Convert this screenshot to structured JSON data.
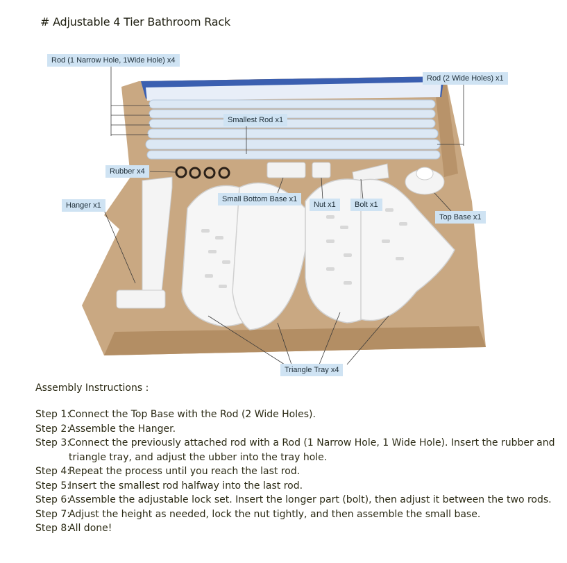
{
  "title": "# Adjustable 4 Tier Bathroom Rack",
  "callouts": {
    "rod_narrow_wide": "Rod (1 Narrow Hole, 1Wide Hole) x4",
    "rod_two_wide": "Rod (2 Wide Holes) x1",
    "smallest_rod": "Smallest Rod x1",
    "rubber": "Rubber x4",
    "hanger": "Hanger x1",
    "small_bottom_base": "Small Bottom Base x1",
    "nut": "Nut x1",
    "bolt": "Bolt x1",
    "top_base": "Top Base x1",
    "triangle_tray": "Triangle Tray x4"
  },
  "instructions": {
    "heading": "Assembly Instructions :",
    "steps": [
      {
        "label": "Step 1:",
        "text": "Connect the Top Base with the Rod (2 Wide Holes)."
      },
      {
        "label": "Step 2:",
        "text": "Assemble the Hanger."
      },
      {
        "label": "Step 3:",
        "text": "Connect the previously attached rod with a Rod (1 Narrow Hole, 1 Wide Hole). Insert the rubber and triangle tray, and adjust the ubber into the tray hole."
      },
      {
        "label": "Step 4:",
        "text": "Repeat the process until you reach the last rod."
      },
      {
        "label": "Step 5:",
        "text": "Insert the smallest rod halfway into the last rod."
      },
      {
        "label": "Step 6:",
        "text": "Assemble the adjustable lock set. Insert the longer part (bolt), then adjust it between the two rods."
      },
      {
        "label": "Step 7:",
        "text": "Adjust the height as needed, lock the nut tightly, and then assemble the small base."
      },
      {
        "label": "Step 8:",
        "text": "All done!"
      }
    ]
  }
}
